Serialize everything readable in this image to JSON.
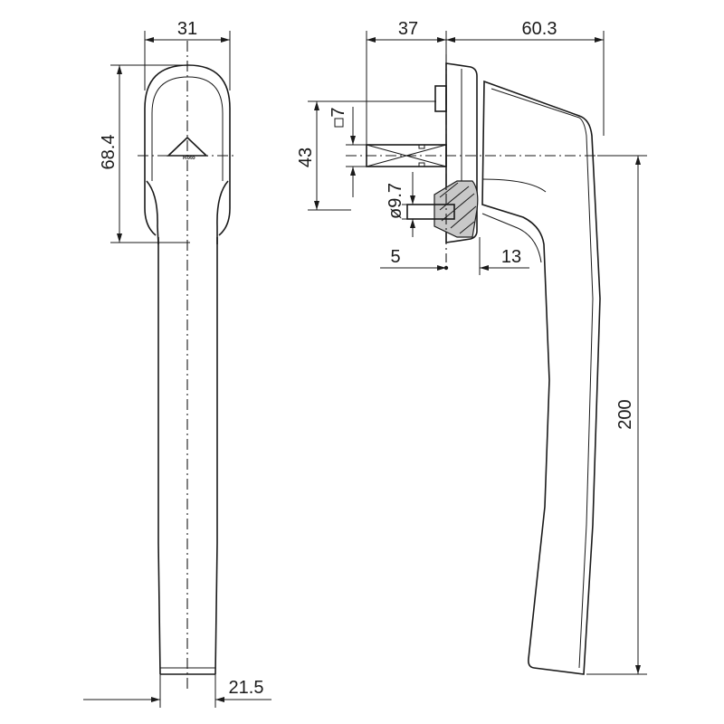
{
  "dimensions": {
    "front_width": "31",
    "front_height": "68.4",
    "front_base": "21.5",
    "side_left": "37",
    "side_right": "60.3",
    "square_spindle": "7",
    "spindle_span": "43",
    "bore_diameter": "ø9.7",
    "offset_left": "5",
    "offset_right": "13",
    "total_height": "200"
  },
  "logo_text": "Roto"
}
